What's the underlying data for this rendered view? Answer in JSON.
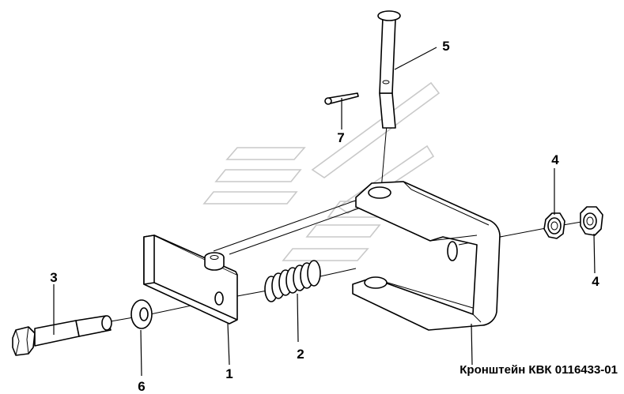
{
  "caption": "Кронштейн КВК 0116433-01",
  "callouts": [
    {
      "id": "plate",
      "label": "1"
    },
    {
      "id": "spring",
      "label": "2"
    },
    {
      "id": "bolt",
      "label": "3"
    },
    {
      "id": "nut-upper",
      "label": "4"
    },
    {
      "id": "nut-lower",
      "label": "4"
    },
    {
      "id": "pin",
      "label": "5"
    },
    {
      "id": "washer",
      "label": "6"
    },
    {
      "id": "cotter-pin",
      "label": "7"
    }
  ],
  "colors": {
    "line": "#000000",
    "background": "#ffffff",
    "watermark": "#c9c9c9"
  }
}
